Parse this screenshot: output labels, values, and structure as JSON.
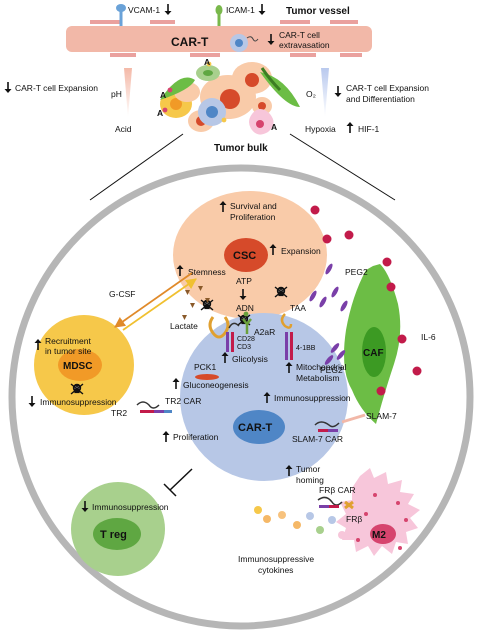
{
  "top": {
    "vcam": "VCAM-1",
    "icam": "ICAM-1",
    "tumor_vessel": "Tumor vessel",
    "cart_vessel": "CAR-T",
    "extravasation_1": "CAR-T cell",
    "extravasation_2": "extravasation",
    "expansion_left": "CAR-T cell Expansion",
    "ph": "pH",
    "acid": "Acid",
    "o2": "O₂",
    "expansion_right_1": "CAR-T cell Expansion",
    "expansion_right_2": "and Differentiation",
    "hypoxia": "Hypoxia",
    "hif": "HIF-1",
    "adenosine_mark": "A",
    "tumor_bulk": "Tumor bulk"
  },
  "cells": {
    "csc": "CSC",
    "cart": "CAR-T",
    "mdsc": "MDSC",
    "treg": "T reg",
    "caf": "CAF",
    "m2": "M2"
  },
  "labels": {
    "survival_1": "Survival and",
    "survival_2": "Proliferation",
    "expansion": "Expansion",
    "stemness": "Stemness",
    "atp": "ATP",
    "adn": "ADN",
    "taa": "TAA",
    "peg2_top": "PEG2",
    "peg2_mid": "PEG2",
    "gcsf": "G-CSF",
    "lactate": "Lactate",
    "a2ar": "A2aR",
    "cd28": "CD28",
    "cd3": "CD3",
    "bb41": "4-1BB",
    "il6": "IL-6",
    "pck1": "PCK1",
    "glicolysis": "Glicolysis",
    "mito_1": "Mitochondrial",
    "mito_2": "Metabolism",
    "gluconeo": "Gluconeogenesis",
    "immunosup_cart": "Immunosuppression",
    "recruit_1": "Recruitment",
    "recruit_2": "in tumor site",
    "immunosup_mdsc": "Immunosuppression",
    "tr2": "TR2",
    "tr2car": "TR2 CAR",
    "proliferation": "Proliferation",
    "slam7": "SLAM-7",
    "slam7car": "SLAM-7 CAR",
    "tumor_homing_1": "Tumor",
    "tumor_homing_2": "homing",
    "frb_car": "FRβ CAR",
    "frb": "FRβ",
    "immunosup_treg": "Immunosuppression",
    "cytokines_1": "Immunosuppressive",
    "cytokines_2": "cytokines"
  },
  "colors": {
    "vessel": "#f2b8a8",
    "csc_cell": "#f9cba9",
    "csc_nucleus": "#d64a2a",
    "cart_cell": "#b7c7e6",
    "cart_nucleus": "#4f86c6",
    "mdsc_cell": "#f6c84a",
    "mdsc_nucleus": "#f19a27",
    "treg_cell": "#a8d08d",
    "treg_nucleus": "#5fa742",
    "caf_cell": "#6cbd45",
    "m2_cell": "#f7c6da",
    "m2_nucleus": "#d6446e"
  }
}
